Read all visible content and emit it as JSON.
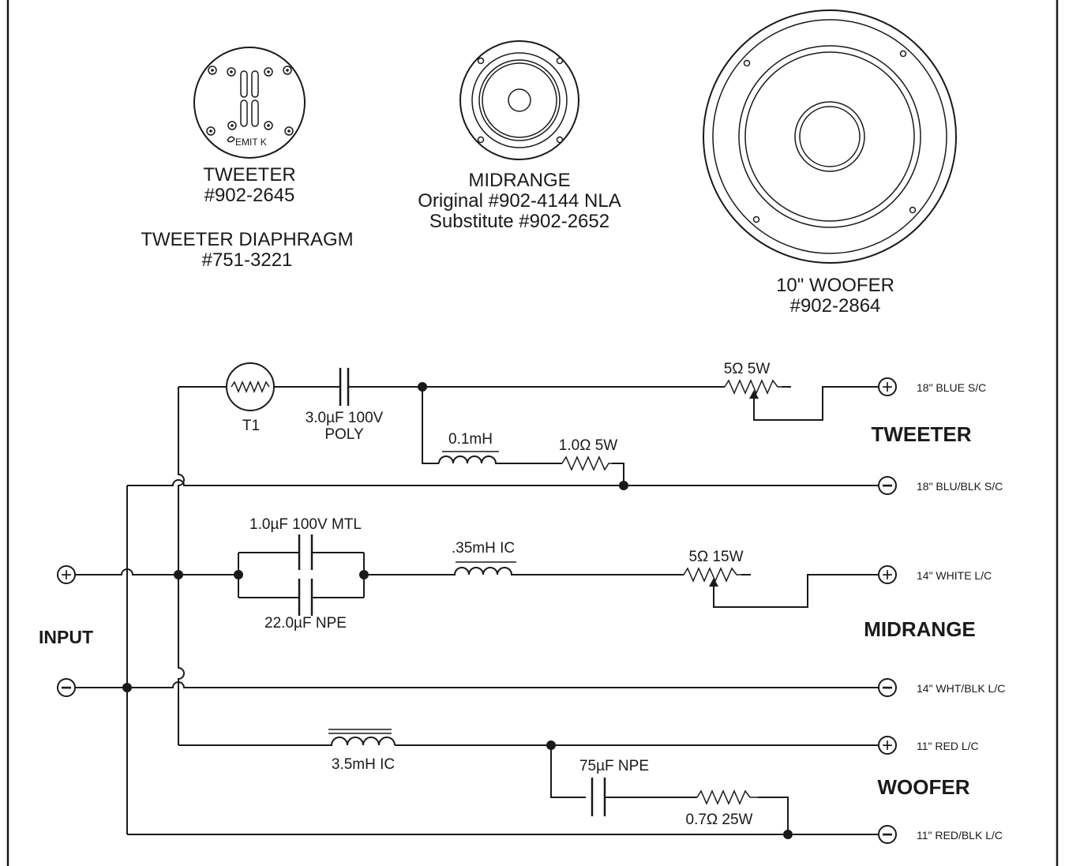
{
  "drivers": {
    "tweeter": {
      "name": "TWEETER",
      "part": "#902-2645",
      "logo_text": "EMIT K",
      "diaphragm_name": "TWEETER DIAPHRAGM",
      "diaphragm_part": "#751-3221"
    },
    "midrange": {
      "name": "MIDRANGE",
      "original": "Original #902-4144 NLA",
      "substitute": "Substitute #902-2652"
    },
    "woofer": {
      "name": "10\" WOOFER",
      "part": "#902-2864"
    }
  },
  "components": {
    "t1": "T1",
    "c_tweeter_1": "3.0µF 100V",
    "c_tweeter_2": "POLY",
    "l_tweeter": "0.1mH",
    "r_tweeter_shunt": "1.0Ω 5W",
    "pot_tweeter": "5Ω 5W",
    "c_mid_1": "1.0µF 100V MTL",
    "c_mid_2": "22.0µF NPE",
    "l_mid": ".35mH IC",
    "pot_mid": "5Ω 15W",
    "l_woofer": "3.5mH IC",
    "c_woofer": "75µF NPE",
    "r_woofer": "0.7Ω 25W"
  },
  "input_label": "INPUT",
  "section_labels": {
    "tweeter": "TWEETER",
    "midrange": "MIDRANGE",
    "woofer": "WOOFER"
  },
  "terminals": {
    "plus_symbol": "+",
    "minus_symbol": "−",
    "tweeter_pos": "18\" BLUE S/C",
    "tweeter_neg": "18\" BLU/BLK S/C",
    "mid_pos": "14\" WHITE L/C",
    "mid_neg": "14\" WHT/BLK L/C",
    "woofer_pos": "11\" RED L/C",
    "woofer_neg": "11\" RED/BLK L/C"
  }
}
